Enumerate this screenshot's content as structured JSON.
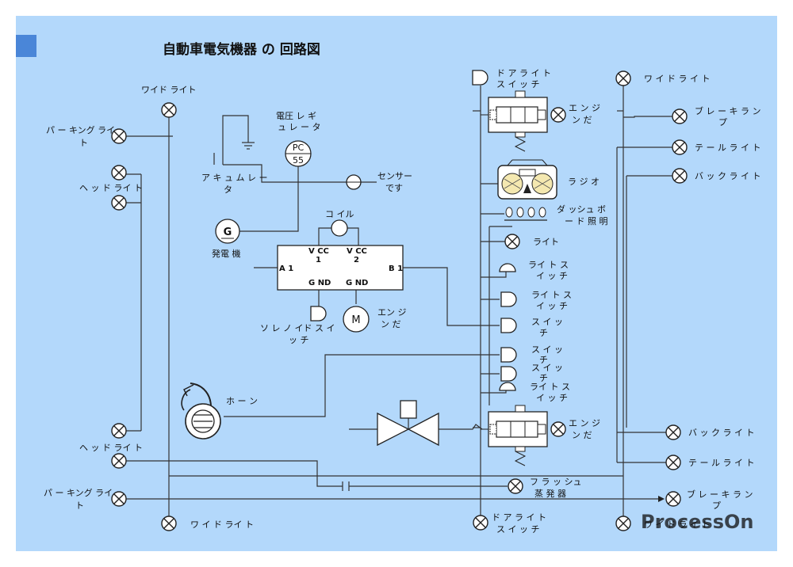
{
  "title": "自動車電気機器 の 回路図",
  "watermark": "ProcessOn",
  "labels": {
    "wide_light_top": "ワイド ライト",
    "parking_light_top_1": "パ ー キング ライ",
    "parking_light_top_2": "ト",
    "head_light_top": "ヘ ッ ド ライ ト",
    "head_light_bottom": "ヘ ッ ド ライ ト",
    "parking_light_bottom_1": "パ ー キング ライ",
    "parking_light_bottom_2": "ト",
    "wide_light_bottom": "ワ イ ド ライ ト",
    "regulator_1": "電圧 レ ギ",
    "regulator_2": "ュ レ ー タ",
    "pc_top": "PC",
    "pc_bottom": "55",
    "accumulator_1": "ア キ ュ ム レ ー",
    "accumulator_2": "タ",
    "sensor_1": "センサー",
    "sensor_2": "です",
    "generator_symbol": "G",
    "generator": "発電 機",
    "coil": "コ イル",
    "vcc1_a": "V CC",
    "vcc1_b": "1",
    "vcc2_a": "V CC",
    "vcc2_b": "2",
    "a1": "A 1",
    "b1": "B 1",
    "gnd1": "G ND",
    "gnd2": "G ND",
    "solenoid_1": "ソ レ ノ イド ス イ",
    "solenoid_2": "ッ チ",
    "motor_symbol": "M",
    "engine_mid_1": "エン ジ",
    "engine_mid_2": "ン だ",
    "horn": "ホ ー ン",
    "door_switch_top_1": "ド ア ラ イ ト",
    "door_switch_top_2": "ス イ ッ チ",
    "engine_top_1": "エ ン ジ",
    "engine_top_2": "ン だ",
    "radio": "ラ ジ オ",
    "dashboard_1": "ダ ッシュ ボ",
    "dashboard_2": "ー ド 照 明",
    "light": "ライト",
    "light_switch1_1": "ライ ト ス",
    "light_switch1_2": "イ ッ チ",
    "light_switch2_1": "ライ ト ス",
    "light_switch2_2": "イ ッ チ",
    "switch1_1": "ス イ ッ",
    "switch1_2": "チ",
    "switch2_1": "ス イ ッ",
    "switch2_2": "チ",
    "switch3_1": "ス イ ッ",
    "switch3_2": "チ",
    "light_switch3_1": "ライ ト ス",
    "light_switch3_2": "イ ッ チ",
    "engine_bottom_1": "エ ン ジ",
    "engine_bottom_2": "ン だ",
    "flash_1": "フ ラ ッ シュ",
    "flash_2": "蒸 発 器",
    "door_switch_bottom_1": "ド ア ラ イ ト",
    "door_switch_bottom_2": "ス イ ッ チ",
    "wide_light_right_top": "ワ イ ド ラ イ ト",
    "brake_right_top_1": "ブ レ ー キ ラ ン",
    "brake_right_top_2": "プ",
    "tail_right_top": "テ ー ル ラ イ ト",
    "back_right_top": "バ ッ ク ラ イ ト",
    "back_right_bottom": "バ ッ ク ラ イ ト",
    "tail_right_bottom": "テ ー ル ラ イ ト",
    "brake_right_bottom_1": "ブ レ ー キ ラ ン",
    "brake_right_bottom_2": "プ",
    "wide_light_right_bottom": "ワ イ ド ラ イ ト"
  },
  "colors": {
    "page_background": "#b3d8fb",
    "title_marker": "#4a86d8",
    "watermark": "#6b7b8c",
    "wire": "#333333"
  }
}
